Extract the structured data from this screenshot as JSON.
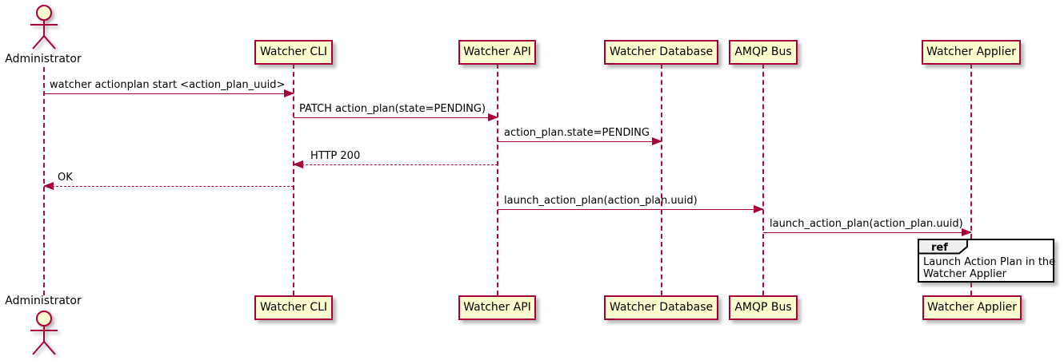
{
  "diagram": {
    "type": "uml-sequence-diagram",
    "colors": {
      "participant_fill": "#FEFECE",
      "participant_border": "#A80036",
      "arrow": "#A80036",
      "lifeline": "#A80036",
      "ref_border": "#000000",
      "ref_tab_fill": "#EEEEEE",
      "text": "#000000",
      "background": "#FFFFFF"
    },
    "actor": {
      "label": "Administrator"
    },
    "participants": [
      {
        "label": "Watcher CLI"
      },
      {
        "label": "Watcher API"
      },
      {
        "label": "Watcher Database"
      },
      {
        "label": "AMQP Bus"
      },
      {
        "label": "Watcher Applier"
      }
    ],
    "messages": [
      {
        "from": "Administrator",
        "to": "Watcher CLI",
        "label": "watcher actionplan start <action_plan_uuid>",
        "line": "solid",
        "direction": "right"
      },
      {
        "from": "Watcher CLI",
        "to": "Watcher API",
        "label": "PATCH action_plan(state=PENDING)",
        "line": "solid",
        "direction": "right"
      },
      {
        "from": "Watcher API",
        "to": "Watcher Database",
        "label": "action_plan.state=PENDING",
        "line": "solid",
        "direction": "right"
      },
      {
        "from": "Watcher API",
        "to": "Watcher CLI",
        "label": "HTTP 200",
        "line": "dashed",
        "direction": "left"
      },
      {
        "from": "Watcher CLI",
        "to": "Administrator",
        "label": "OK",
        "line": "dashed",
        "direction": "left"
      },
      {
        "from": "Watcher API",
        "to": "AMQP Bus",
        "label": "launch_action_plan(action_plan.uuid)",
        "line": "solid",
        "direction": "right"
      },
      {
        "from": "AMQP Bus",
        "to": "Watcher Applier",
        "label": "launch_action_plan(action_plan.uuid)",
        "line": "solid",
        "direction": "right"
      }
    ],
    "ref": {
      "tab_label": "ref",
      "text_line1": "Launch Action Plan in the",
      "text_line2": "Watcher Applier"
    }
  }
}
